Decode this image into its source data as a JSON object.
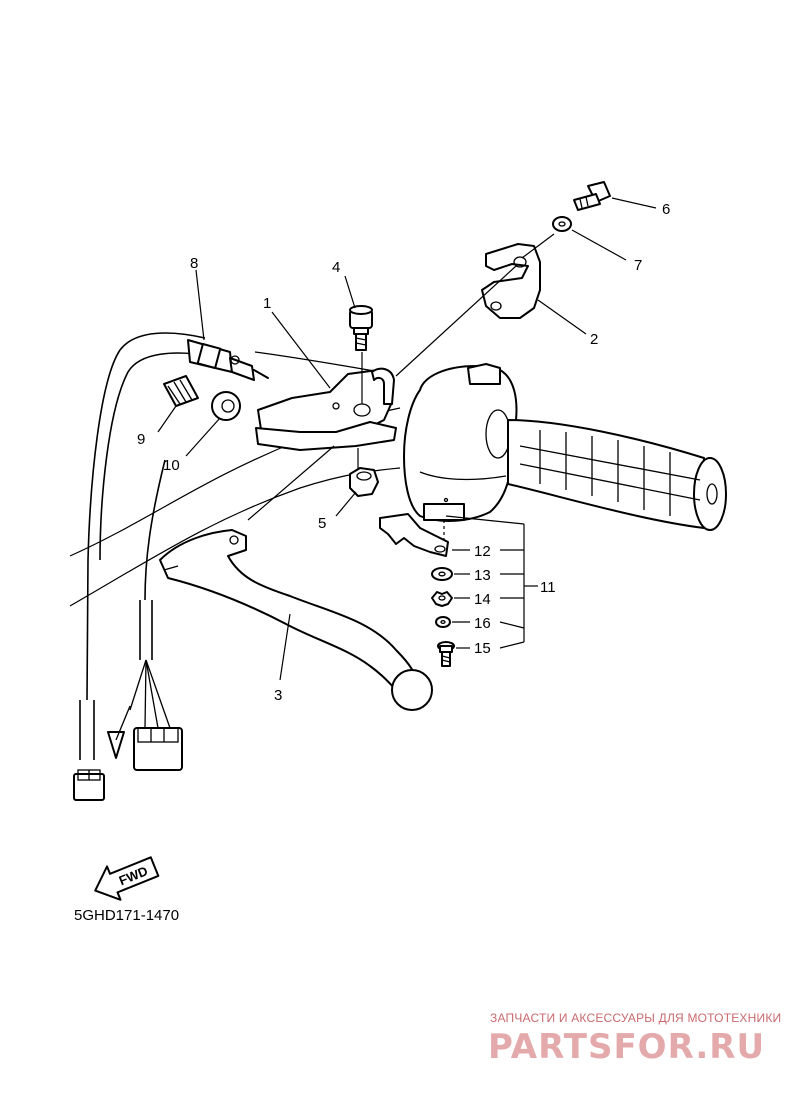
{
  "diagram": {
    "callouts": [
      {
        "id": "1",
        "label": "1"
      },
      {
        "id": "2",
        "label": "2"
      },
      {
        "id": "3",
        "label": "3"
      },
      {
        "id": "4",
        "label": "4"
      },
      {
        "id": "5",
        "label": "5"
      },
      {
        "id": "6",
        "label": "6"
      },
      {
        "id": "7",
        "label": "7"
      },
      {
        "id": "8",
        "label": "8"
      },
      {
        "id": "9",
        "label": "9"
      },
      {
        "id": "10",
        "label": "10"
      },
      {
        "id": "11",
        "label": "11"
      },
      {
        "id": "12",
        "label": "12"
      },
      {
        "id": "13",
        "label": "13"
      },
      {
        "id": "14",
        "label": "14"
      },
      {
        "id": "15",
        "label": "15"
      },
      {
        "id": "16",
        "label": "16"
      }
    ],
    "fwd_label": "FWD",
    "diagram_code": "5GHD171-1470"
  },
  "watermark": {
    "tagline": "ЗАПЧАСТИ И АКСЕССУАРЫ ДЛЯ МОТОТЕХНИКИ",
    "logo": "PARTSFOR.RU",
    "color": "#e3a9ab"
  }
}
